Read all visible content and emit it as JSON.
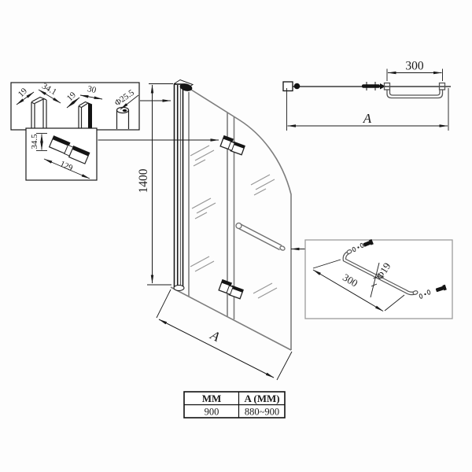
{
  "profiles_detail": {
    "dim_depth1": "19",
    "dim_width1": "34.1",
    "dim_depth2": "19",
    "dim_width2": "30",
    "dim_tube": "Φ25.5"
  },
  "hinge_detail": {
    "dim_height": "34.5",
    "dim_length": "129"
  },
  "elevation": {
    "dim_height": "1400",
    "dim_width": "A"
  },
  "plan": {
    "dim_handle": "300",
    "dim_width": "A"
  },
  "towelbar_detail": {
    "dim_length": "300",
    "dim_diameter": "Φ19"
  },
  "size_table": {
    "headers": [
      "MM",
      "A (MM)"
    ],
    "rows": [
      [
        "900",
        "880~900"
      ]
    ]
  }
}
